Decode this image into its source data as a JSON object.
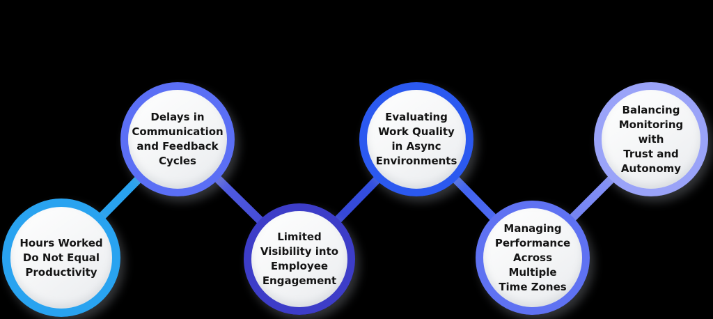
{
  "diagram": {
    "background_color": "#000000",
    "text_color": "#141414",
    "nodes": [
      {
        "id": 1,
        "label": "Hours Worked\nDo Not Equal\nProductivity",
        "ring_color": "#29A3F0"
      },
      {
        "id": 2,
        "label": "Delays in\nCommunication\nand Feedback\nCycles",
        "ring_color": "#5B6FF5"
      },
      {
        "id": 3,
        "label": "Limited\nVisibility into\nEmployee\nEngagement",
        "ring_color": "#3D3DC8"
      },
      {
        "id": 4,
        "label": "Evaluating\nWork Quality\nin Async\nEnvironments",
        "ring_color": "#2B59F0"
      },
      {
        "id": 5,
        "label": "Managing\nPerformance\nAcross Multiple\nTime Zones",
        "ring_color": "#5F72F2"
      },
      {
        "id": 6,
        "label": "Balancing\nMonitoring with\nTrust and\nAutonomy",
        "ring_color": "#9AA3F8"
      }
    ],
    "connectors": [
      {
        "from": 1,
        "to": 2,
        "color_start": "#29A3F0",
        "color_end": "#29A3F0"
      },
      {
        "from": 2,
        "to": 3,
        "color_start": "#5B6FF5",
        "color_end": "#3D3DC8"
      },
      {
        "from": 3,
        "to": 4,
        "color_start": "#3D3DC8",
        "color_end": "#2B59F0"
      },
      {
        "from": 4,
        "to": 5,
        "color_start": "#2B59F0",
        "color_end": "#5F72F2"
      },
      {
        "from": 5,
        "to": 6,
        "color_start": "#5F72F2",
        "color_end": "#9AA3F8"
      }
    ]
  }
}
